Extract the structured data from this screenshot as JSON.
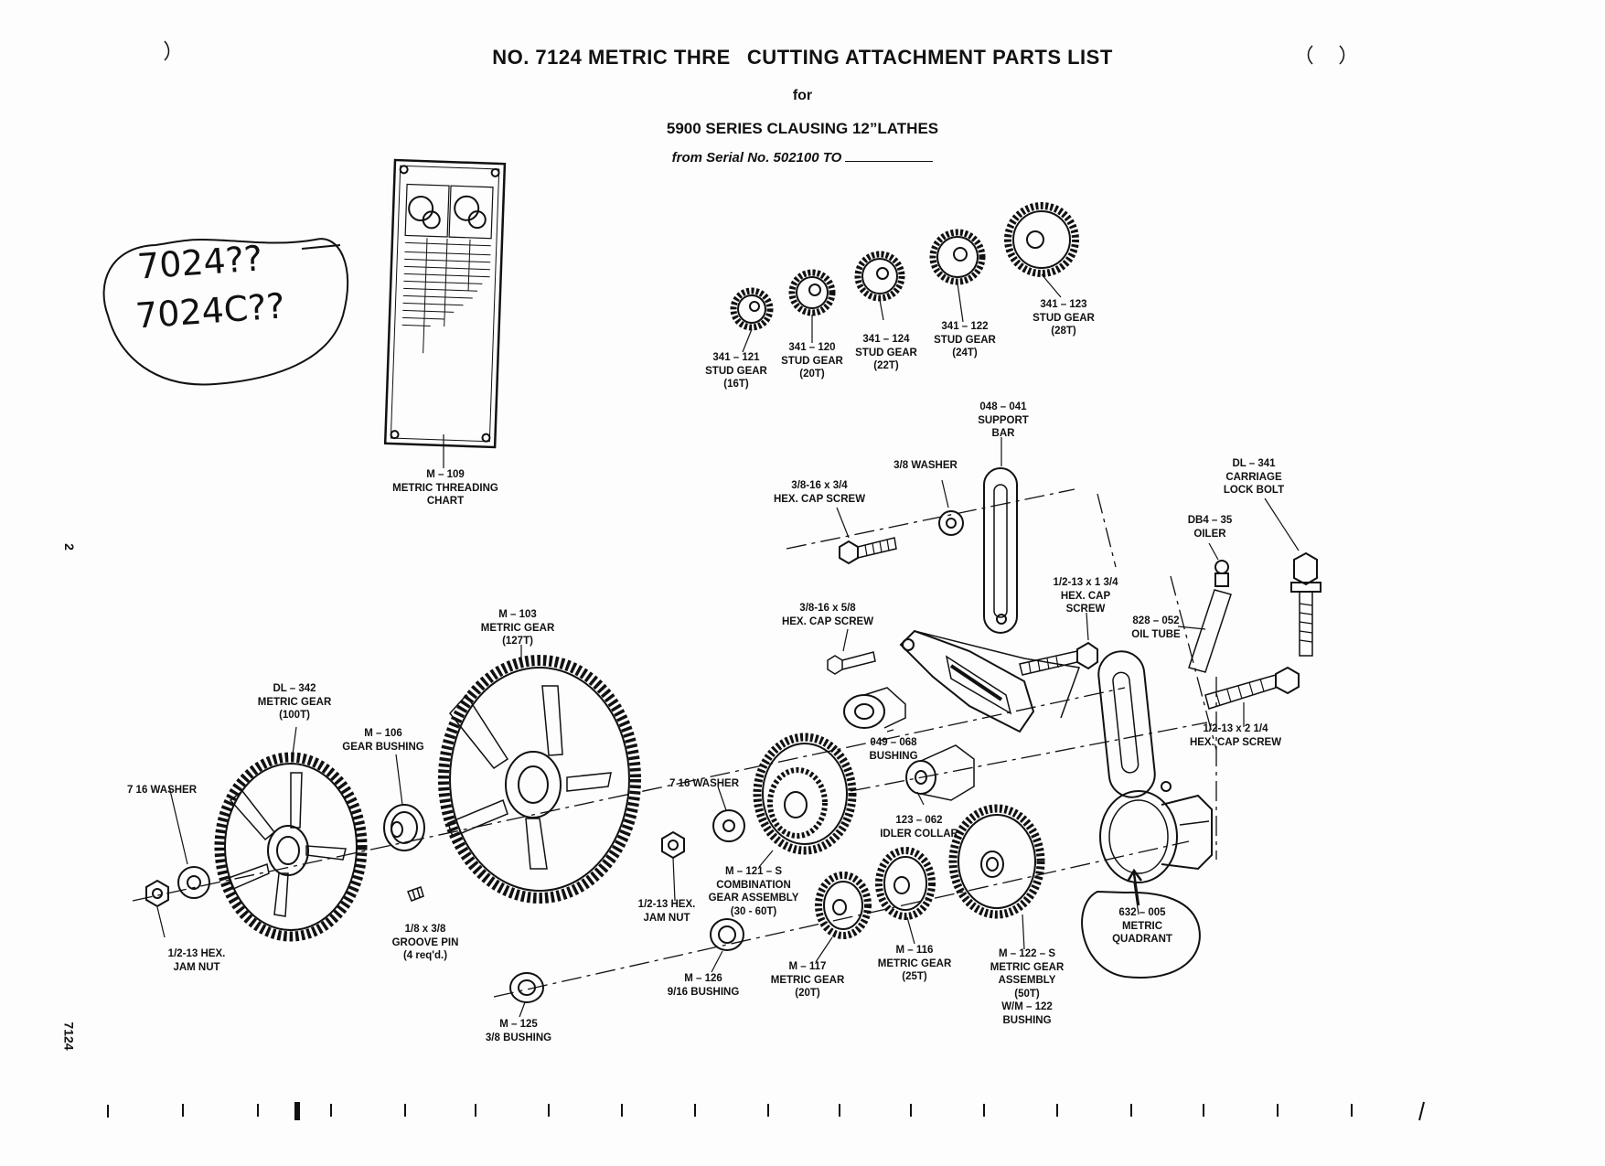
{
  "header": {
    "title": "NO. 7124  METRIC THRE  CUTTING ATTACHMENT PARTS LIST",
    "for_text": "for",
    "series": "5900 SERIES CLAUSING 12”LATHES",
    "serial": "from Serial No. 502100 TO"
  },
  "handwritten": {
    "line1": "7024??",
    "line2": "7024C??"
  },
  "margin": {
    "page_number": "2",
    "doc_number": "7124"
  },
  "parts": [
    {
      "id": "chart",
      "lines": [
        "M – 109",
        "METRIC THREADING",
        "CHART"
      ]
    },
    {
      "id": "sg16",
      "lines": [
        "341 – 121",
        "STUD GEAR",
        "(16T)"
      ]
    },
    {
      "id": "sg20",
      "lines": [
        "341 – 120",
        "STUD GEAR",
        "(20T)"
      ]
    },
    {
      "id": "sg22",
      "lines": [
        "341 – 124",
        "STUD GEAR",
        "(22T)"
      ]
    },
    {
      "id": "sg24",
      "lines": [
        "341 – 122",
        "STUD GEAR",
        "(24T)"
      ]
    },
    {
      "id": "sg28",
      "lines": [
        "341 – 123",
        "STUD GEAR",
        "(28T)"
      ]
    },
    {
      "id": "supportbar",
      "lines": [
        "048 – 041",
        "SUPPORT",
        "BAR"
      ]
    },
    {
      "id": "washer38",
      "lines": [
        "3/8 WASHER"
      ]
    },
    {
      "id": "capscrew34",
      "lines": [
        "3/8-16 x 3/4",
        "HEX. CAP SCREW"
      ]
    },
    {
      "id": "lockbolt",
      "lines": [
        "DL – 341",
        "CARRIAGE",
        "LOCK BOLT"
      ]
    },
    {
      "id": "oiler",
      "lines": [
        "DB4 – 35",
        "OILER"
      ]
    },
    {
      "id": "capscrew1334",
      "lines": [
        "1/2-13 x 1 3/4",
        "HEX. CAP",
        "SCREW"
      ]
    },
    {
      "id": "capscrew58",
      "lines": [
        "3/8-16 x 5/8",
        "HEX. CAP SCREW"
      ]
    },
    {
      "id": "oiltube",
      "lines": [
        "828 – 052",
        "OIL  TUBE"
      ]
    },
    {
      "id": "gear127",
      "lines": [
        "M – 103",
        "METRIC GEAR",
        "(127T)"
      ]
    },
    {
      "id": "gear100",
      "lines": [
        "DL – 342",
        "METRIC GEAR",
        "(100T)"
      ]
    },
    {
      "id": "gearbushing",
      "lines": [
        "M – 106",
        "GEAR  BUSHING"
      ]
    },
    {
      "id": "bushing049",
      "lines": [
        "049 – 068",
        "BUSHING"
      ]
    },
    {
      "id": "capscrew214",
      "lines": [
        "1/2-13 x 2 1/4",
        "HEX. CAP SCREW"
      ]
    },
    {
      "id": "washer716a",
      "lines": [
        "7 16 WASHER"
      ]
    },
    {
      "id": "washer716b",
      "lines": [
        "7 16  WASHER"
      ]
    },
    {
      "id": "idlercollar",
      "lines": [
        "123 – 062",
        "IDLER COLLAR"
      ]
    },
    {
      "id": "combogear",
      "lines": [
        "M – 121 – S",
        "COMBINATION",
        "GEAR ASSEMBLY",
        "(30 - 60T)"
      ]
    },
    {
      "id": "jamnut1",
      "lines": [
        "1/2-13  HEX.",
        "JAM NUT"
      ]
    },
    {
      "id": "jamnut2",
      "lines": [
        "1/2-13  HEX.",
        "JAM  NUT"
      ]
    },
    {
      "id": "groovepin",
      "lines": [
        "1/8 x 3/8",
        "GROOVE PIN",
        "(4 req'd.)"
      ]
    },
    {
      "id": "bushing916",
      "lines": [
        "M – 126",
        "9/16 BUSHING"
      ]
    },
    {
      "id": "gear20",
      "lines": [
        "M – 117",
        "METRIC GEAR",
        "(20T)"
      ]
    },
    {
      "id": "gear25",
      "lines": [
        "M – 116",
        "METRIC GEAR",
        "(25T)"
      ]
    },
    {
      "id": "gear50",
      "lines": [
        "M – 122 – S",
        "METRIC GEAR",
        "ASSEMBLY",
        "(50T)",
        "W/M – 122",
        "BUSHING"
      ]
    },
    {
      "id": "quadrant",
      "lines": [
        "632 – 005",
        "METRIC",
        "QUADRANT"
      ]
    },
    {
      "id": "bushing38",
      "lines": [
        "M – 125",
        "3/8  BUSHING"
      ]
    }
  ]
}
